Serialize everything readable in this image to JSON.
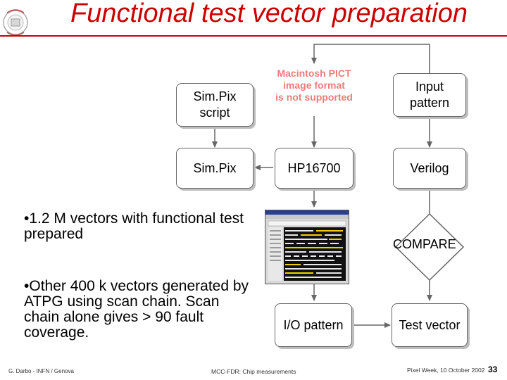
{
  "title": "Functional  test vector preparation",
  "logo_icon": "atlas-pixel-logo",
  "boxes": {
    "simpix_script": "Sim.Pix\nscript",
    "simpix": "Sim.Pix",
    "hp16700": "HP16700",
    "input_pattern": "Input\npattern",
    "verilog": "Verilog",
    "io_pattern": "I/O pattern",
    "test_vector": "Test vector"
  },
  "pict_placeholder": "Macintosh PICT\nimage format\nis not supported",
  "compare_label": "COMPARE",
  "bullets": [
    "1.2 M vectors with functional test prepared",
    "Other 400 k vectors generated by ATPG using scan chain. Scan chain alone gives > 90 fault coverage."
  ],
  "bullet_glyph": "•",
  "screenshot_icon": "logic-analyzer-screenshot",
  "footer": {
    "left": "G. Darbo - INFN / Genova",
    "center": "MCC-FDR: Chip measurements",
    "right": "Pixel Week, 10 October 2002",
    "page": "33"
  },
  "colors": {
    "title": "#cc0000",
    "pict_text": "#f07a7a"
  }
}
